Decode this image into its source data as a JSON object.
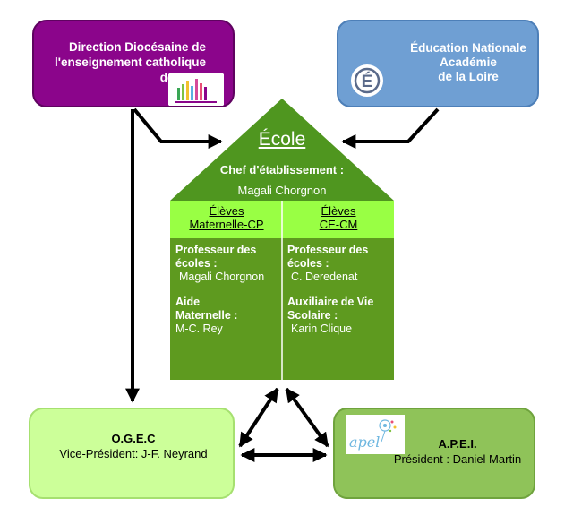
{
  "boxes": {
    "ddec": {
      "lines": [
        "Direction Diocésaine de",
        "l'enseignement catholique",
        "de Lyon"
      ],
      "color": "#8b058b"
    },
    "education_nationale": {
      "lines": [
        "Éducation Nationale",
        "Académie",
        "de la Loire"
      ],
      "logo_letter": "É",
      "color": "#6f9fd3"
    },
    "ogec": {
      "title": "O.G.E.C",
      "member": "Vice-Président: J-F. Neyrand",
      "color": "#ccff99"
    },
    "apel": {
      "logo_text": "apel",
      "title": "A.P.E.I.",
      "member": "Président : Daniel Martin",
      "color": "#8fc359"
    }
  },
  "ecole": {
    "title": "École",
    "chef_label": "Chef d'établissement :",
    "chef_name": "Magali Chorgnon",
    "roof_color": "#4f961f",
    "header_color": "#99ff44",
    "body_color": "#5e9a1f",
    "columns": [
      {
        "head": [
          "Élèves",
          "Maternelle-CP"
        ],
        "role1": [
          "Professeur des",
          "écoles :"
        ],
        "name1": "Magali Chorgnon",
        "role2": [
          "Aide",
          "Maternelle :"
        ],
        "name2": "M-C. Rey"
      },
      {
        "head": [
          "Élèves",
          "CE-CM"
        ],
        "role1": [
          "Professeur des",
          "écoles :"
        ],
        "name1": "C. Deredenat",
        "role2": [
          "Auxiliaire de Vie",
          "Scolaire :"
        ],
        "name2": "Karin Clique"
      }
    ]
  }
}
